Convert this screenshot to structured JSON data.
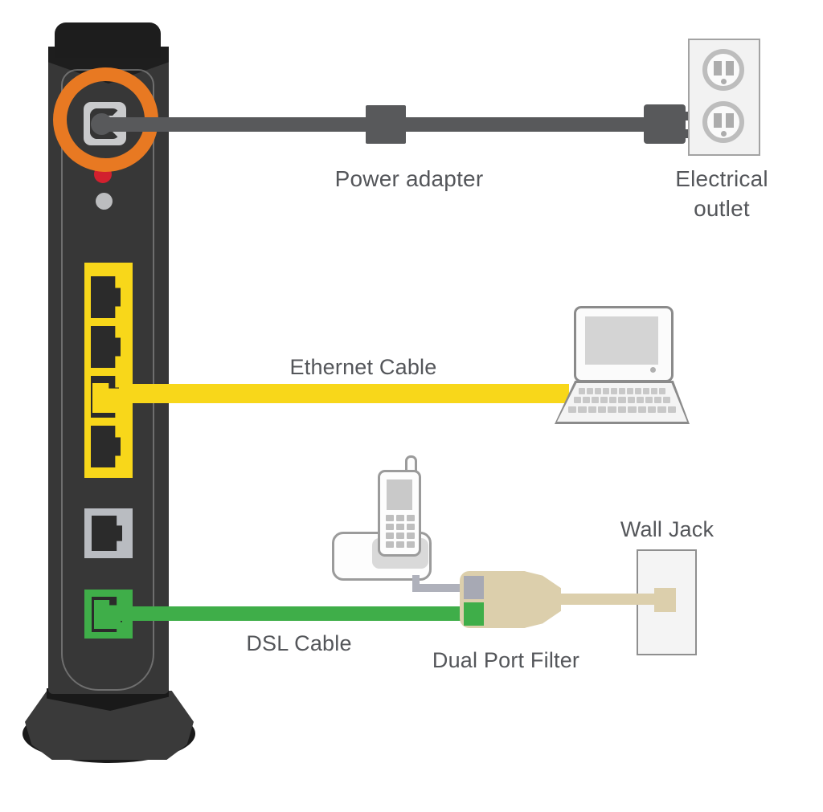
{
  "diagram": {
    "labels": {
      "power_adapter": "Power adapter",
      "electrical_outlet_line1": "Electrical",
      "electrical_outlet_line2": "outlet",
      "ethernet_cable": "Ethernet Cable",
      "wall_jack": "Wall Jack",
      "dsl_cable": "DSL Cable",
      "dual_port_filter": "Dual Port Filter"
    },
    "colors": {
      "orange": "#e87922",
      "yellow": "#f8d71a",
      "green": "#3fae49",
      "cable_gray": "#58595b",
      "tan": "#dccfac",
      "modem_body": "#373737",
      "label_text": "#54565a"
    },
    "icons": [
      "dsl-modem-icon",
      "power-port-highlight-ring-icon",
      "power-adapter-cable-icon",
      "electrical-outlet-icon",
      "ethernet-ports-icon",
      "ethernet-cable-icon",
      "laptop-icon",
      "phone-port-icon",
      "dsl-port-icon",
      "dsl-cable-icon",
      "cordless-phone-icon",
      "dual-port-filter-icon",
      "wall-jack-icon"
    ]
  }
}
